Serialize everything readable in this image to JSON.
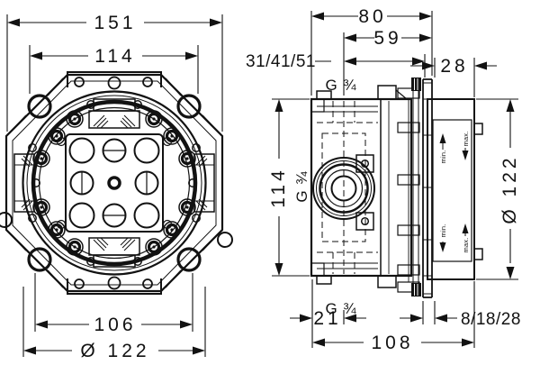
{
  "front_view": {
    "dim_overall_width": "151",
    "dim_inner_width": "114",
    "dim_hole_spacing": "106",
    "dim_diameter": "Ø 122"
  },
  "side_view": {
    "dim_depth": "80",
    "dim_inner_depth": "59",
    "dim_install_depth_options": "31/41/51",
    "dim_plate_offset": "28",
    "dim_height": "114",
    "dim_plate_diameter": "Ø 122",
    "dim_port_offset": "21",
    "dim_plaster_depth_options": "8/18/28",
    "dim_overall_depth": "108",
    "thread_label_top": "G ¾",
    "thread_label_middle": "G ¾",
    "thread_label_bottom": "G ¾",
    "marker_min": "min.",
    "marker_max": "max."
  }
}
